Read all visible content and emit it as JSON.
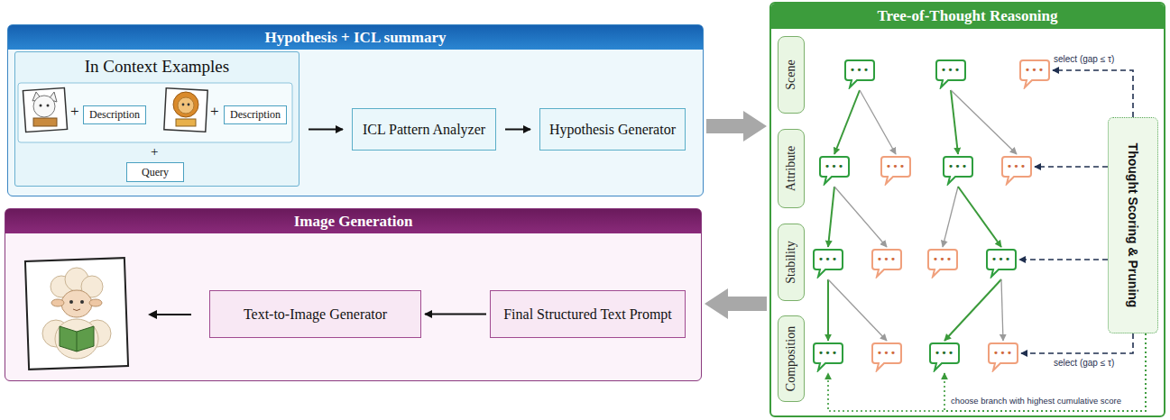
{
  "diagram": {
    "nodes": [
      {
        "text": [
          "Hypothesis + ICL summary"
        ]
      },
      {
        "text": [
          "In Context Examples"
        ],
        "in": 0
      },
      {
        "text": [
          "Description"
        ],
        "in": 1
      },
      {
        "text": [
          "Description"
        ],
        "in": 1
      },
      {
        "text": [
          "Query"
        ],
        "in": 1
      },
      {
        "text": [
          "ICL Pattern Analyzer"
        ],
        "in": 0
      },
      {
        "text": [
          "Hypothesis Generator"
        ],
        "in": 0
      },
      {
        "text": [
          "Tree-of-Thought Reasoning"
        ]
      },
      {
        "text": [
          "Scene"
        ],
        "in": 7
      },
      {
        "text": [
          "Attribute"
        ],
        "in": 7
      },
      {
        "text": [
          "Stability"
        ],
        "in": 7
      },
      {
        "text": [
          "Composition"
        ],
        "in": 7
      },
      {
        "text": [
          "•••"
        ],
        "in": 7
      },
      {
        "text": [
          "•••"
        ],
        "in": 7
      },
      {
        "text": [
          "•••"
        ],
        "in": 7
      },
      {
        "text": [
          "•••"
        ],
        "in": 7
      },
      {
        "text": [
          "•••"
        ],
        "in": 7
      },
      {
        "text": [
          "•••"
        ],
        "in": 7
      },
      {
        "text": [
          "•••"
        ],
        "in": 7
      },
      {
        "text": [
          "•••"
        ],
        "in": 7
      },
      {
        "text": [
          "•••"
        ],
        "in": 7
      },
      {
        "text": [
          "•••"
        ],
        "in": 7
      },
      {
        "text": [
          "•••"
        ],
        "in": 7
      },
      {
        "text": [
          "•••"
        ],
        "in": 7
      },
      {
        "text": [
          "•••"
        ],
        "in": 7
      },
      {
        "text": [
          "•••"
        ],
        "in": 7
      },
      {
        "text": [
          "•••"
        ],
        "in": 7
      },
      {
        "text": [
          "Thought Scoring & Pruning"
        ],
        "in": 7
      },
      {
        "text": [
          "Image Generation"
        ]
      },
      {
        "text": [
          "Final Structured Text Prompt"
        ],
        "in": 28
      },
      {
        "text": [
          "Text-to-Image Generator"
        ],
        "in": 28
      }
    ],
    "edges": [
      {
        "from": 1,
        "to": 5,
        "arrow": "to"
      },
      {
        "from": 5,
        "to": 6,
        "arrow": "to"
      },
      {
        "from": 0,
        "to": 7,
        "arrow": "to"
      },
      {
        "from": 12,
        "to": 15,
        "arrow": "to"
      },
      {
        "from": 12,
        "to": 16,
        "arrow": "to"
      },
      {
        "from": 13,
        "to": 17,
        "arrow": "to"
      },
      {
        "from": 13,
        "to": 18,
        "arrow": "to"
      },
      {
        "from": 15,
        "to": 19,
        "arrow": "to"
      },
      {
        "from": 15,
        "to": 20,
        "arrow": "to"
      },
      {
        "from": 17,
        "to": 21,
        "arrow": "to"
      },
      {
        "from": 17,
        "to": 22,
        "arrow": "to"
      },
      {
        "from": 19,
        "to": 23,
        "arrow": "to"
      },
      {
        "from": 19,
        "to": 24,
        "arrow": "to"
      },
      {
        "from": 22,
        "to": 25,
        "arrow": "to"
      },
      {
        "from": 22,
        "to": 26,
        "arrow": "to"
      },
      {
        "from": 27,
        "to": 14,
        "arrow": "to"
      },
      {
        "from": 27,
        "to": 18,
        "arrow": "to"
      },
      {
        "from": 27,
        "to": 22,
        "arrow": "to"
      },
      {
        "from": 27,
        "to": 26,
        "arrow": "to"
      },
      {
        "from": 27,
        "to": 23,
        "arrow": "to"
      },
      {
        "from": 27,
        "to": 25,
        "arrow": "to"
      },
      {
        "from": 7,
        "to": 28,
        "arrow": "to"
      },
      {
        "from": 29,
        "to": 30,
        "arrow": "to"
      }
    ],
    "labels": [
      "+",
      "+",
      "+",
      "select (gap ≤ τ)",
      "select (gap ≤ τ)",
      "choose branch with highest cumulative score"
    ]
  }
}
